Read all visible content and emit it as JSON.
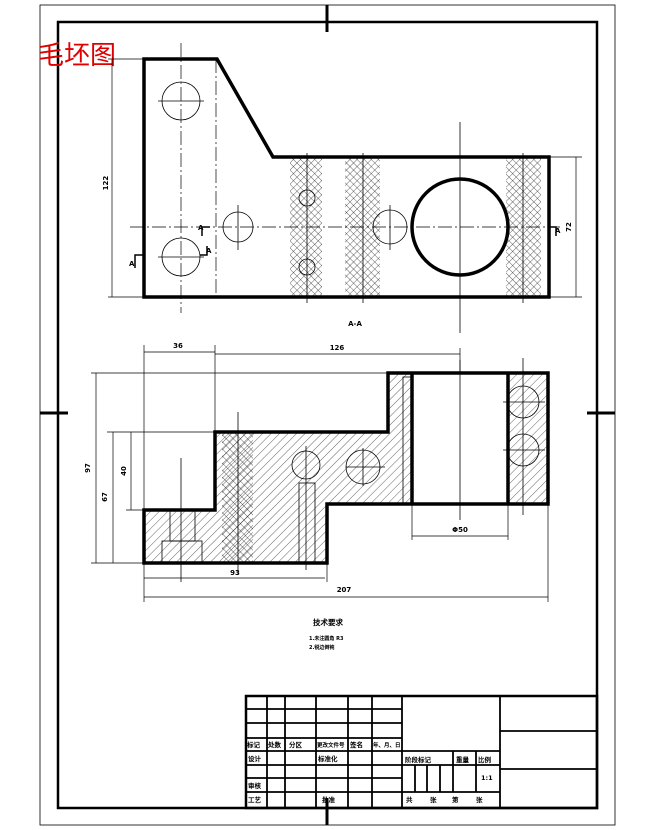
{
  "title_label": "毛坯图",
  "title_color": "#e00000",
  "section_label": "A-A",
  "section_marks": [
    "A",
    "A",
    "A",
    "A"
  ],
  "top_view_dims": {
    "height": "122",
    "right_height": "72"
  },
  "front_view_dims": {
    "d36": "36",
    "d126": "126",
    "d97": "97",
    "d67": "67",
    "d40": "40",
    "d93": "93",
    "d207": "207",
    "dia50": "Φ50"
  },
  "technical_requirements": {
    "heading": "技术要求",
    "items": [
      "1.未注圆角 R3",
      "2.锐边倒钝"
    ]
  },
  "title_block": {
    "revision_headers": [
      "标记",
      "处数",
      "分区",
      "更改文件号",
      "签名",
      "年、月、日"
    ],
    "design": "设计",
    "standardization": "标准化",
    "review": "审核",
    "process": "工艺",
    "approve": "批准",
    "stage_mark": "阶段标记",
    "weight": "重量",
    "scale_label": "比例",
    "scale_value": "1:1",
    "sheets": [
      "共",
      "张",
      "第",
      "张"
    ]
  }
}
